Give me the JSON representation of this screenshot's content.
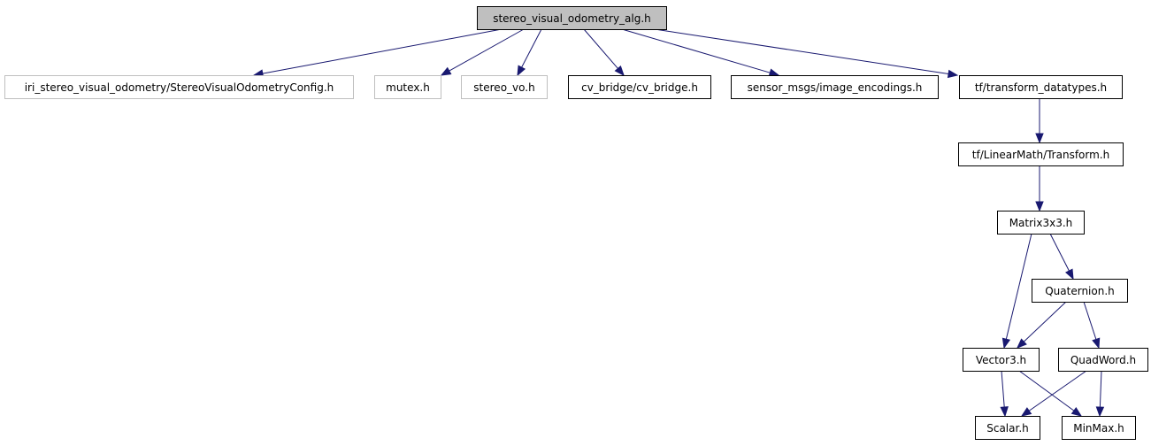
{
  "graph": {
    "root": "stereo_visual_odometry_alg.h",
    "nodes": [
      {
        "id": "root",
        "label": "stereo_visual_odometry_alg.h",
        "style": "root"
      },
      {
        "id": "config",
        "label": "iri_stereo_visual_odometry/StereoVisualOdometryConfig.h",
        "style": "missing"
      },
      {
        "id": "mutex",
        "label": "mutex.h",
        "style": "missing"
      },
      {
        "id": "stereo_vo",
        "label": "stereo_vo.h",
        "style": "missing"
      },
      {
        "id": "cv_bridge",
        "label": "cv_bridge/cv_bridge.h",
        "style": "normal"
      },
      {
        "id": "image_encodings",
        "label": "sensor_msgs/image_encodings.h",
        "style": "normal"
      },
      {
        "id": "transform_datatypes",
        "label": "tf/transform_datatypes.h",
        "style": "normal"
      },
      {
        "id": "transform",
        "label": "tf/LinearMath/Transform.h",
        "style": "normal"
      },
      {
        "id": "matrix3x3",
        "label": "Matrix3x3.h",
        "style": "normal"
      },
      {
        "id": "quaternion",
        "label": "Quaternion.h",
        "style": "normal"
      },
      {
        "id": "vector3",
        "label": "Vector3.h",
        "style": "normal"
      },
      {
        "id": "quadword",
        "label": "QuadWord.h",
        "style": "normal"
      },
      {
        "id": "scalar",
        "label": "Scalar.h",
        "style": "normal"
      },
      {
        "id": "minmax",
        "label": "MinMax.h",
        "style": "normal"
      }
    ],
    "edges": [
      {
        "from": "root",
        "to": "config"
      },
      {
        "from": "root",
        "to": "mutex"
      },
      {
        "from": "root",
        "to": "stereo_vo"
      },
      {
        "from": "root",
        "to": "cv_bridge"
      },
      {
        "from": "root",
        "to": "image_encodings"
      },
      {
        "from": "root",
        "to": "transform_datatypes"
      },
      {
        "from": "transform_datatypes",
        "to": "transform"
      },
      {
        "from": "transform",
        "to": "matrix3x3"
      },
      {
        "from": "matrix3x3",
        "to": "vector3"
      },
      {
        "from": "matrix3x3",
        "to": "quaternion"
      },
      {
        "from": "quaternion",
        "to": "vector3"
      },
      {
        "from": "quaternion",
        "to": "quadword"
      },
      {
        "from": "vector3",
        "to": "scalar"
      },
      {
        "from": "vector3",
        "to": "minmax"
      },
      {
        "from": "quadword",
        "to": "scalar"
      },
      {
        "from": "quadword",
        "to": "minmax"
      }
    ]
  },
  "colors": {
    "edge": "#191970",
    "root_fill": "#bfbfbf",
    "normal_border": "#000000",
    "missing_border": "#bfbfbf",
    "missing_text": "#404040",
    "node_fill": "#ffffff"
  }
}
